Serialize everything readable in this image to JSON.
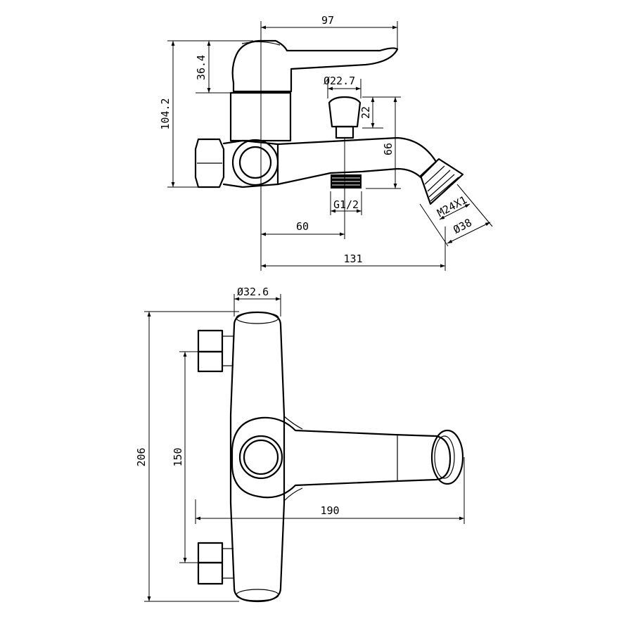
{
  "side_view": {
    "dims": {
      "top_length": "97",
      "lever_height": "36.4",
      "total_height": "104.2",
      "diverter_diameter": "Ø22.7",
      "diverter_height": "22",
      "spout_drop": "66",
      "inlet_offset": "60",
      "inlet_thread": "G1/2",
      "overall_length": "131",
      "aerator_thread": "M24X1",
      "aerator_diameter": "Ø38"
    }
  },
  "top_view": {
    "dims": {
      "body_diameter": "Ø32.6",
      "body_length": "206",
      "connection_spacing": "150",
      "spout_reach": "190"
    }
  }
}
